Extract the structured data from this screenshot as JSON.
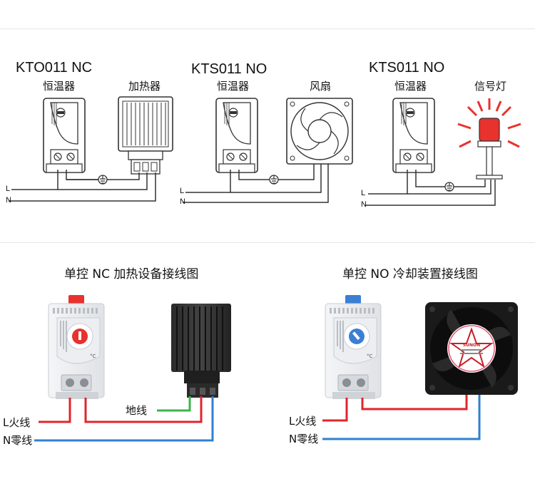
{
  "top_diagrams": [
    {
      "model": "KTO011 NC",
      "thermostat_label": "恒温器",
      "device_label": "加热器",
      "line_l": "L",
      "line_n": "N"
    },
    {
      "model": "KTS011 NO",
      "thermostat_label": "恒温器",
      "device_label": "风扇",
      "line_l": "L",
      "line_n": "N"
    },
    {
      "model": "KTS011 NO",
      "thermostat_label": "恒温器",
      "device_label": "信号灯",
      "line_l": "L",
      "line_n": "N"
    }
  ],
  "bottom_diagrams": [
    {
      "title": "单控 NC 加热设备接线图",
      "live_label": "L火线",
      "neutral_label": "N零线",
      "ground_label": "地线",
      "celsius": "°C",
      "knob_color": "#e8322e"
    },
    {
      "title": "单控 NO 冷却装置接线图",
      "live_label": "L火线",
      "neutral_label": "N零线",
      "celsius": "°C",
      "knob_color": "#3b7fd4",
      "fan_brand": "SUNON"
    }
  ],
  "colors": {
    "live_wire": "#e1252b",
    "neutral_wire": "#2f80d1",
    "ground_wire": "#39b54a",
    "tab_red": "#e8322e",
    "tab_blue": "#3b7fd4"
  }
}
